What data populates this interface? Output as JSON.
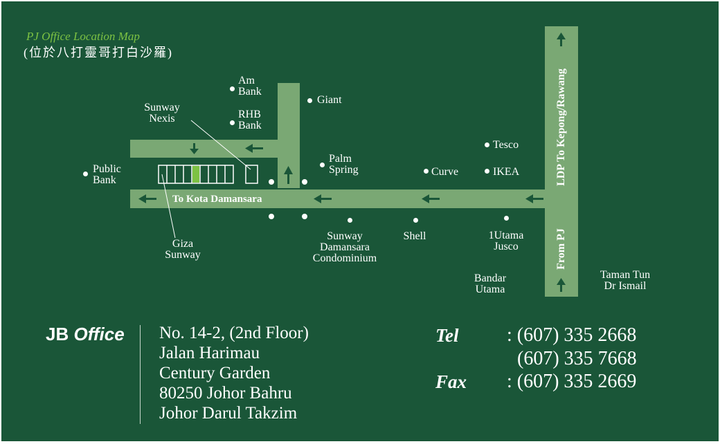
{
  "map": {
    "title": "PJ Office Location Map",
    "subtitle": "(位於八打靈哥打白沙羅)",
    "road_label_main": "To Kota Damansara",
    "road_label_ldp": "LDP To Kepong/Rawang",
    "road_label_from": "From PJ",
    "landmarks": {
      "am_bank": [
        "Am",
        "Bank"
      ],
      "rhb_bank": [
        "RHB",
        "Bank"
      ],
      "giant": "Giant",
      "sunway_nexis": [
        "Sunway",
        "Nexis"
      ],
      "public_bank": [
        "Public",
        "Bank"
      ],
      "palm_spring": [
        "Palm",
        "Spring"
      ],
      "tesco": "Tesco",
      "curve": "Curve",
      "ikea": "IKEA",
      "giza_sunway": [
        "Giza",
        "Sunway"
      ],
      "sunway_damansara": [
        "Sunway",
        "Damansara",
        "Condominium"
      ],
      "shell": "Shell",
      "one_utama": [
        "1Utama",
        "Jusco"
      ],
      "bandar_utama": [
        "Bandar",
        "Utama"
      ],
      "taman_tun": [
        "Taman Tun",
        "Dr Ismail"
      ]
    }
  },
  "office": {
    "name_part1": "JB ",
    "name_part2": "Office",
    "address": [
      "No. 14-2, (2nd Floor)",
      "Jalan Harimau",
      "Century Garden",
      "80250 Johor Bahru",
      "Johor Darul Takzim"
    ]
  },
  "contact": {
    "tel_label": "Tel",
    "tel_values": [
      ": (607) 335 2668",
      "(607) 335 7668"
    ],
    "fax_label": "Fax",
    "fax_value": ": (607) 335 2669"
  },
  "colors": {
    "background": "#1a5638",
    "road": "#7aa874",
    "arrow": "#1a5638",
    "title_accent": "#7dc243",
    "highlight_unit": "#7dc243"
  }
}
